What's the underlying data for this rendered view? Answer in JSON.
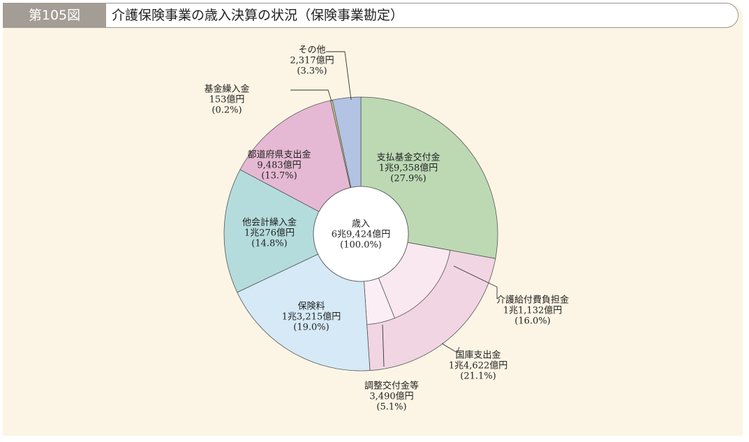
{
  "header": {
    "figure_number": "第105図",
    "title": "介護保険事業の歳入決算の状況（保険事業勘定）"
  },
  "chart_data": {
    "type": "pie",
    "title": "介護保険事業の歳入決算の状況（保険事業勘定）",
    "unit": "億円",
    "center_label": [
      "歳入",
      "6兆9,424億円",
      "(100.0%)"
    ],
    "total": 69424,
    "slices": [
      {
        "name": "支払基金交付金",
        "amount_label": "1兆9,358億円",
        "value": 19358,
        "percent_label": "(27.9%)",
        "color": "#bcd9b4"
      },
      {
        "name": "国庫支出金",
        "amount_label": "1兆4,622億円",
        "value": 14622,
        "percent_label": "(21.1%)",
        "color": "#f1d5e3",
        "breakdown": [
          {
            "name": "介護給付費負担金",
            "amount_label": "1兆1,132億円",
            "value": 11132,
            "percent_label": "(16.0%)",
            "color": "#f9e8f0"
          },
          {
            "name": "調整交付金等",
            "amount_label": "3,490億円",
            "value": 3490,
            "percent_label": "(5.1%)",
            "color": "#fbeef4"
          }
        ]
      },
      {
        "name": "保険料",
        "amount_label": "1兆3,215億円",
        "value": 13215,
        "percent_label": "(19.0%)",
        "color": "#d5e9f6"
      },
      {
        "name": "他会計繰入金",
        "amount_label": "1兆276億円",
        "value": 10276,
        "percent_label": "(14.8%)",
        "color": "#b5dcdc"
      },
      {
        "name": "都道府県支出金",
        "amount_label": "9,483億円",
        "value": 9483,
        "percent_label": "(13.7%)",
        "color": "#e5b9d3"
      },
      {
        "name": "基金繰入金",
        "amount_label": "153億円",
        "value": 153,
        "percent_label": "(0.2%)",
        "color": "#d6cc88"
      },
      {
        "name": "その他",
        "amount_label": "2,317億円",
        "value": 2317,
        "percent_label": "(3.3%)",
        "color": "#b2c3e4"
      }
    ]
  }
}
